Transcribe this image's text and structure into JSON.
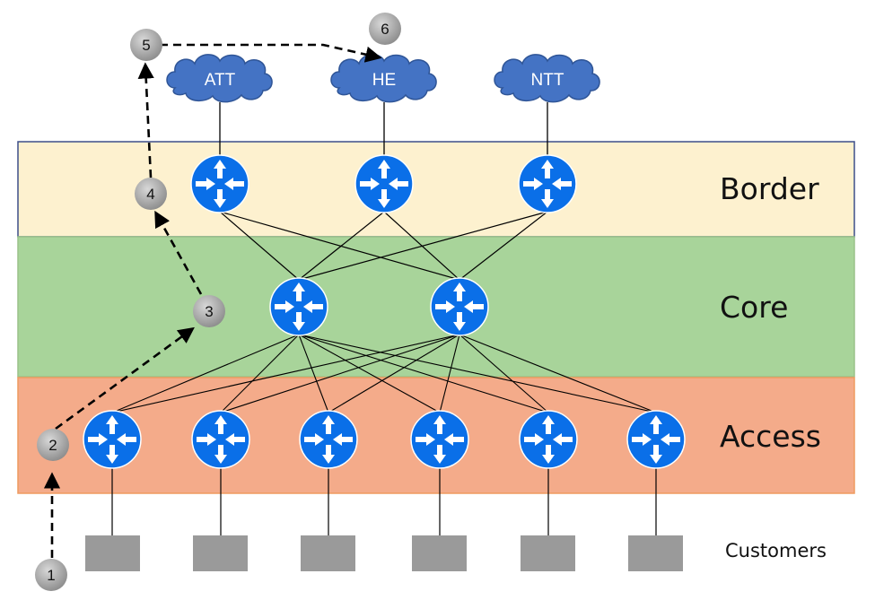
{
  "layers": [
    {
      "id": "border",
      "label": "Border",
      "fill": "#fdf1cf",
      "stroke": "#3d4f8a"
    },
    {
      "id": "core",
      "label": "Core",
      "fill": "#a8d49a",
      "stroke": "#9ac28a"
    },
    {
      "id": "access",
      "label": "Access",
      "fill": "#f4ab8a",
      "stroke": "#ef9b60"
    }
  ],
  "customers_label": "Customers",
  "clouds": [
    {
      "id": "att",
      "label": "ATT"
    },
    {
      "id": "he",
      "label": "HE"
    },
    {
      "id": "ntt",
      "label": "NTT"
    }
  ],
  "routers": {
    "border": [
      "b1",
      "b2",
      "b3"
    ],
    "core": [
      "c1",
      "c2"
    ],
    "access": [
      "a1",
      "a2",
      "a3",
      "a4",
      "a5",
      "a6"
    ]
  },
  "path_steps": [
    "1",
    "2",
    "3",
    "4",
    "5",
    "6"
  ],
  "colors": {
    "router": "#0a6fe8",
    "cloud": "#4473c4",
    "customer_box": "#9a9a9a",
    "step_marker": "#9a9a9a",
    "link": "#000000"
  },
  "icons": {
    "router": "router-icon",
    "cloud": "cloud-icon",
    "customer": "customer-box-icon"
  }
}
